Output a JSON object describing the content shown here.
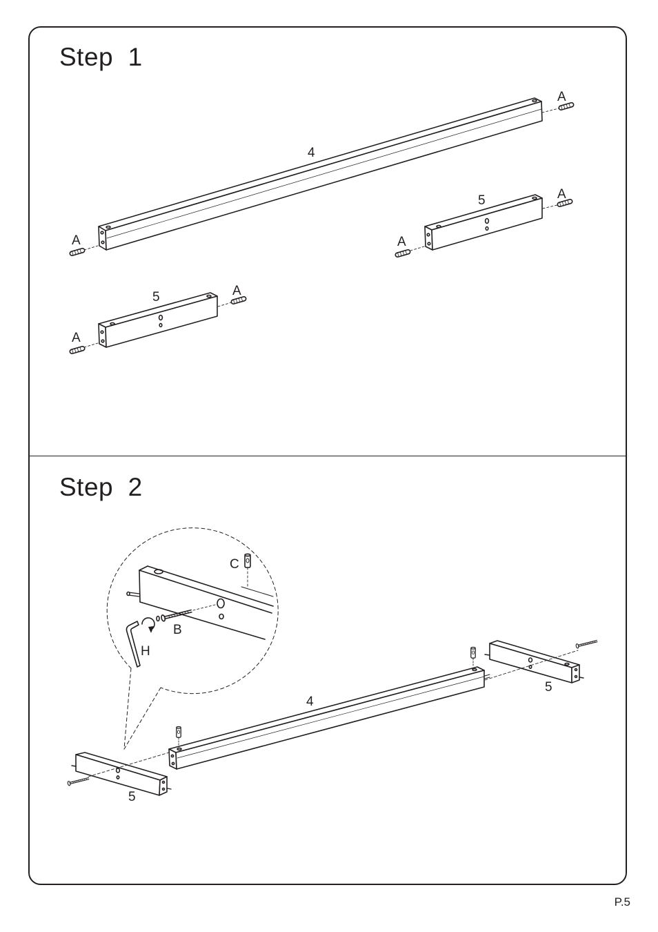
{
  "step1": {
    "title": "Step  1",
    "labels": {
      "rail_long": "4",
      "rail_short_right": "5",
      "rail_short_left": "5",
      "dowel": "A"
    }
  },
  "step2": {
    "title": "Step  2",
    "labels": {
      "cam_bolt": "C",
      "screw": "B",
      "hex_key": "H",
      "rail_long": "4",
      "rail_short_right": "5",
      "rail_short_left": "5"
    }
  },
  "footer": {
    "page": "P.5"
  },
  "icons": {
    "dowel": "dowel-icon",
    "cam_bolt": "cam-bolt-icon",
    "screw": "screw-icon",
    "hex_key": "hex-key-icon",
    "rotation_arrow": "rotate-arrow-icon"
  }
}
